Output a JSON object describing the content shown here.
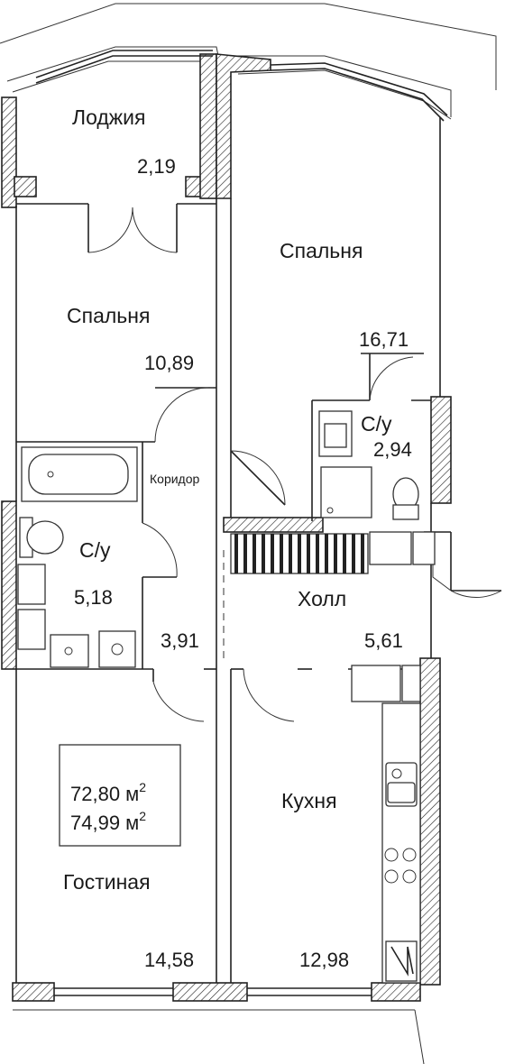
{
  "rooms": {
    "loggia": {
      "name": "Лоджия",
      "area": "2,19"
    },
    "bedroom_left": {
      "name": "Спальня",
      "area": "10,89"
    },
    "bedroom_right": {
      "name": "Спальня",
      "area": "16,71"
    },
    "bath_small": {
      "name": "С/у",
      "area": "2,94"
    },
    "corridor": {
      "name": "Коридор",
      "area": "3,91"
    },
    "bath_left": {
      "name": "С/у",
      "area": "5,18"
    },
    "hall": {
      "name": "Холл",
      "area": "5,61"
    },
    "living": {
      "name": "Гостиная",
      "area": "14,58"
    },
    "kitchen": {
      "name": "Кухня",
      "area": "12,98"
    }
  },
  "summary": {
    "living_area": "72,80 м",
    "total_area": "74,99 м",
    "unit_sup": "2"
  }
}
